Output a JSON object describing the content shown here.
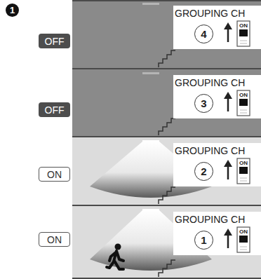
{
  "diagram": {
    "nodes": [
      {
        "text": [
          "1"
        ]
      },
      {
        "text": [
          "OFF"
        ]
      },
      {
        "text": [
          "GROUPING CH"
        ]
      },
      {
        "text": [
          "4"
        ],
        "in": 2
      },
      {
        "text": [
          "OFF"
        ]
      },
      {
        "text": [
          "GROUPING CH"
        ]
      },
      {
        "text": [
          "3"
        ],
        "in": 5
      },
      {
        "text": [
          "ON"
        ]
      },
      {
        "text": [
          "GROUPING CH"
        ]
      },
      {
        "text": [
          "2"
        ],
        "in": 8
      },
      {
        "text": [
          "ON"
        ]
      },
      {
        "text": [
          "GROUPING CH"
        ]
      },
      {
        "text": [
          "1"
        ],
        "in": 11
      }
    ],
    "labels": [
      "ON",
      "ON",
      "ON",
      "ON"
    ]
  }
}
